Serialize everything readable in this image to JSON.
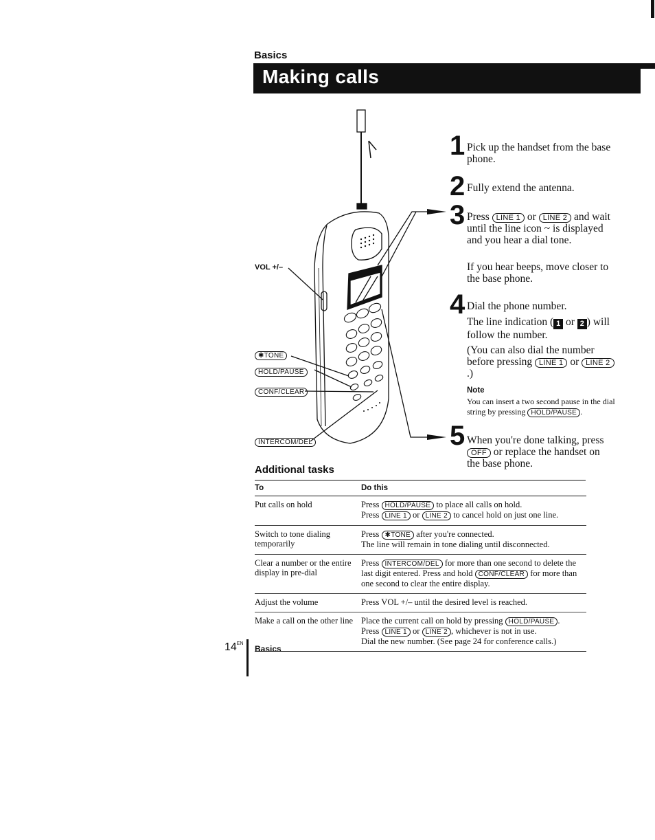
{
  "header": {
    "section": "Basics",
    "title": "Making calls"
  },
  "diagram": {
    "labels": {
      "vol": "VOL +/–",
      "tone": "✱TONE",
      "hold": "HOLD/PAUSE",
      "conf": "CONF/CLEAR",
      "intercom": "INTERCOM/DEL"
    }
  },
  "steps": {
    "s1": {
      "num": "1",
      "text": "Pick up the handset from the base phone."
    },
    "s2": {
      "num": "2",
      "text": "Fully extend the antenna."
    },
    "s3": {
      "num": "3",
      "press": "Press",
      "key1": "LINE 1",
      "or": "or",
      "key2": "LINE 2",
      "after": "and wait until the line icon ~ is displayed and you hear a dial tone.",
      "extra": "If you hear beeps, move closer to the base phone."
    },
    "s4": {
      "num": "4",
      "text": "Dial the phone number.",
      "ind_pre": "The line indication (",
      "badge1": "1",
      "ind_or": "or",
      "badge2": "2",
      "ind_post": ") will follow the number.",
      "also_pre": "(You can also dial the number before pressing",
      "key1": "LINE 1",
      "or": "or",
      "key2": "LINE 2",
      "also_post": ".)",
      "note_title": "Note",
      "note_text": "You can insert a two second pause in the dial string by pressing",
      "note_key": "HOLD/PAUSE",
      "note_end": "."
    },
    "s5": {
      "num": "5",
      "pre": "When you're done talking, press",
      "key": "OFF",
      "post": "or replace the handset on the base phone."
    }
  },
  "additional": {
    "title": "Additional tasks",
    "col_to": "To",
    "col_do": "Do this",
    "rows": [
      {
        "to": "Put calls on hold",
        "l1a": "Press",
        "l1k": "HOLD/PAUSE",
        "l1b": "to place all calls on hold.",
        "l2a": "Press",
        "l2k1": "LINE 1",
        "l2or": "or",
        "l2k2": "LINE 2",
        "l2b": "to cancel hold on just one line."
      },
      {
        "to": "Switch to tone dialing temporarily",
        "l1a": "Press",
        "l1k": "✱TONE",
        "l1b": "after you're connected.",
        "l2": "The line will remain in tone dialing until disconnected."
      },
      {
        "to": "Clear a number or the entire display in pre-dial",
        "l1a": "Press",
        "l1k": "INTERCOM/DEL",
        "l1b": "for more than one second to delete the last digit entered. Press and hold",
        "l1k2": "CONF/CLEAR",
        "l1c": "for more than one second to clear the entire display."
      },
      {
        "to": "Adjust the volume",
        "l1": "Press VOL +/– until the desired level is reached."
      },
      {
        "to": "Make a call on the other line",
        "l1a": "Place the current call on hold by pressing",
        "l1k": "HOLD/PAUSE",
        "l1b": ".",
        "l2a": "Press",
        "l2k1": "LINE 1",
        "l2or": "or",
        "l2k2": "LINE 2",
        "l2b": ", whichever is not in use.",
        "l3": "Dial the new number. (See page 24 for conference calls.)"
      }
    ]
  },
  "footer": {
    "page": "14",
    "page_sup": "EN",
    "section": "Basics"
  }
}
